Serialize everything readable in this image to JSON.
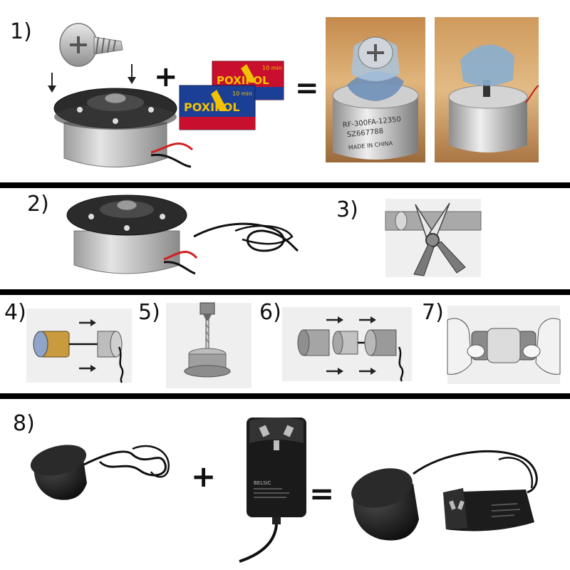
{
  "steps": {
    "s1": "1)",
    "s2": "2)",
    "s3": "3)",
    "s4": "4)",
    "s5": "5)",
    "s6": "6)",
    "s7": "7)",
    "s8": "8)"
  },
  "operators": {
    "plus": "+",
    "equals": "="
  },
  "poxipol": {
    "brand": "POXIPOL",
    "badge": "10 min"
  },
  "motor_label": {
    "line1": "RF-300FA-12350",
    "line2": "SZ667788",
    "line3": "MADE IN CHINA"
  },
  "adapter_brand": "BELSIC",
  "icons": [
    "screw-icon",
    "motor-icon",
    "glue-box-icon",
    "cable-icon",
    "cutter-icon",
    "drill-icon",
    "plug-adapter-icon",
    "arrow-down-icon",
    "arrow-right-icon"
  ],
  "colors": {
    "divider": "#000000",
    "poxipol_blue": "#1c3f96",
    "poxipol_red": "#c8102e",
    "poxipol_yellow": "#f2c200",
    "wire_red": "#d21f1f"
  }
}
